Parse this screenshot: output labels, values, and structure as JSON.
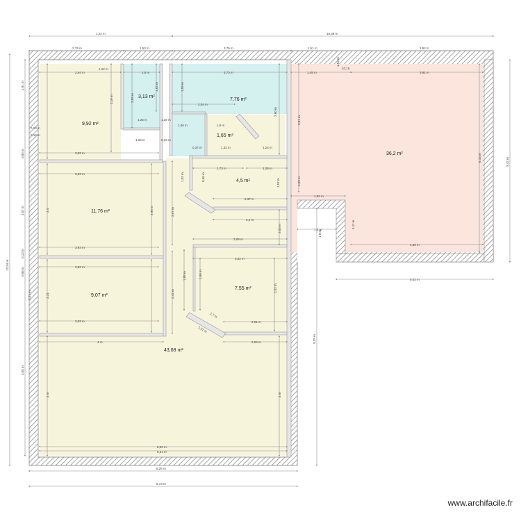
{
  "watermark": "www.archifacile.fr",
  "colors": {
    "living": "#f7f4dc",
    "wet": "#d4f0ef",
    "garage": "#fbe5dc",
    "wall_hatch": "#9a9a9a",
    "dim_line": "#8a8a8a"
  },
  "rooms": [
    {
      "id": "room-bedroom-top-left",
      "area": "9,92 m²",
      "color": "living"
    },
    {
      "id": "room-wc",
      "area": "3,13 m²",
      "color": "wet"
    },
    {
      "id": "room-bathroom",
      "area": "7,76 m²",
      "color": "wet"
    },
    {
      "id": "room-closet",
      "area": "1,65 m²",
      "color": "living"
    },
    {
      "id": "room-garage",
      "area": "36,2 m²",
      "color": "garage"
    },
    {
      "id": "room-hall",
      "area": "4,5 m²",
      "color": "living"
    },
    {
      "id": "room-bedroom-mid-left",
      "area": "11,76 m²",
      "color": "living"
    },
    {
      "id": "room-bedroom-low-left",
      "area": "9,07 m²",
      "color": "living"
    },
    {
      "id": "room-office",
      "area": "7,55 m²",
      "color": "living"
    },
    {
      "id": "room-living",
      "area": "43,68 m²",
      "color": "living"
    }
  ],
  "dimensions": {
    "top_overall": [
      "1,02 m",
      "10,38 m"
    ],
    "top_segments": [
      "2,79 m",
      "1,53 m",
      "3,79 m",
      "1,51 m",
      "3,92 m"
    ],
    "left_overall": [
      "13,34 m"
    ],
    "left_segments": [
      "1,91 m",
      "0,13 m",
      "0,12 m",
      "0,85 m",
      "3,07 m",
      "0,13 m",
      "0,85 m",
      "2,31 m",
      "3,65 m"
    ],
    "right_overall": [
      "9,42 m",
      "9,25 m"
    ],
    "bottom_overall": [
      "8,26 m",
      "8,73 m",
      "5,02 m"
    ],
    "interior_labels": [
      "2,64 m",
      "1,22 m",
      "1,5 m",
      "3,73 m",
      "1,45 m",
      "10,16",
      "3,91 m",
      "2,16 m",
      "2,09 m",
      "1,62 m",
      "1,58 m",
      "2,04 m",
      "2,60 m",
      "3,01 m",
      "1,25 m",
      "1,28 m",
      "0,29 m",
      "1,26 m",
      "1,06 m",
      "1,9 m",
      "1,32 m",
      "1,24 m",
      "0,37 m",
      "3,93 m",
      "3,93 m",
      "0,66 m",
      "1,73 m",
      "1,28 m",
      "1,57 m",
      "1,02 m",
      "3,4",
      "2,37 m",
      "2,4 m",
      "1,03 m",
      "3,57 m",
      "3,03 m",
      "2,95 m",
      "3,93 m",
      "3,92 m",
      "3,09 m",
      "3,02 m",
      "1,88 m",
      "1,66 m",
      "2,02 m",
      "2,31",
      "2,42 m",
      "1,7 m",
      "1,32 m",
      "2,01 m",
      "2,04 m",
      "3,93 m",
      "4 m",
      "4 m",
      "4 m",
      "8,04 m",
      "8,31 m",
      "4,58 m",
      "1,62 m",
      "1,8 m",
      "1,0 m",
      "6,14 m",
      "1,53 m",
      "4,11 m"
    ]
  }
}
